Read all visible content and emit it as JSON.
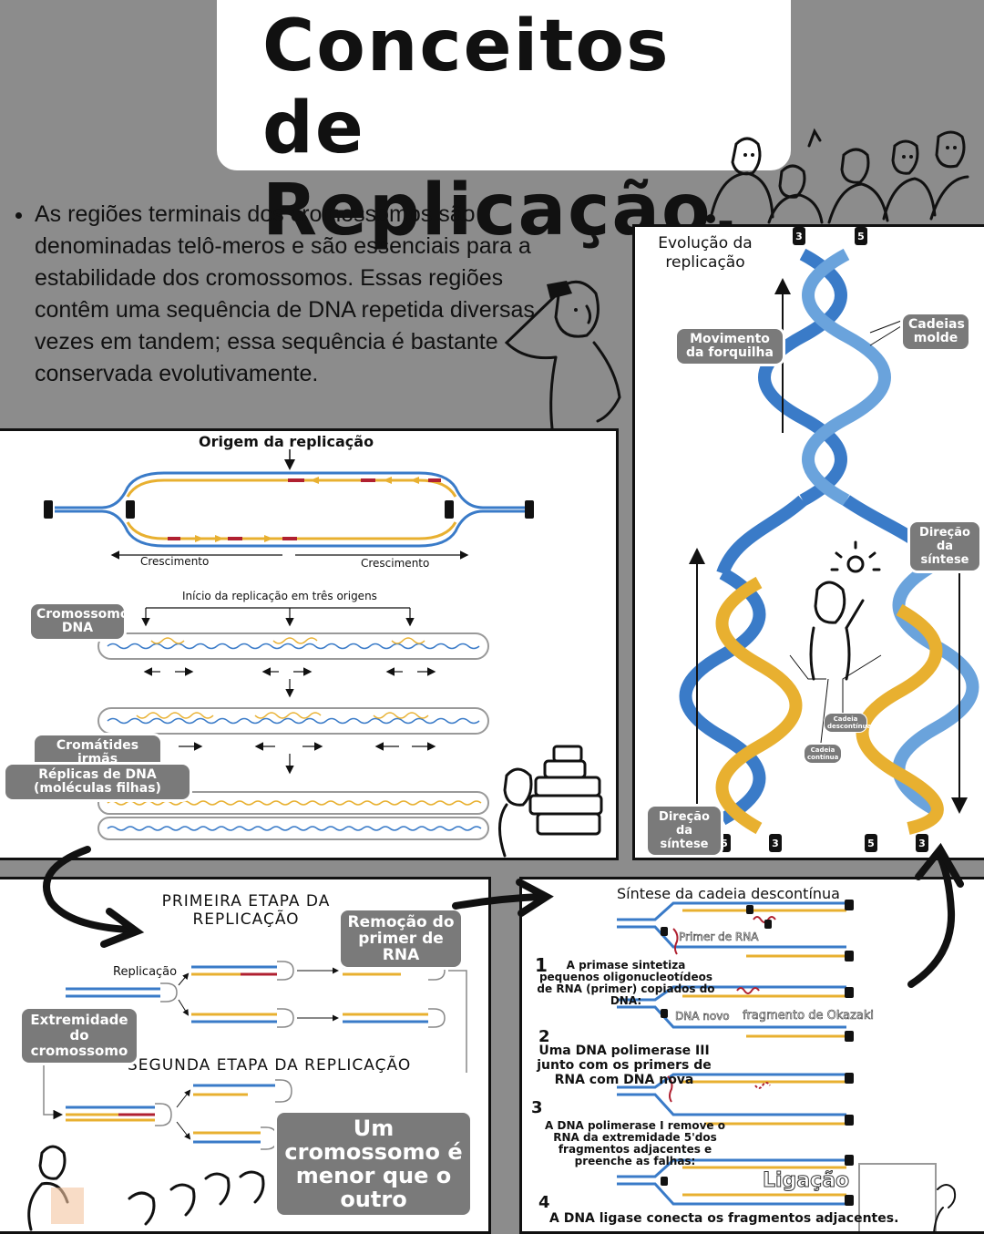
{
  "title": "Conceitos de\nReplicação.",
  "intro": "As regiões terminais dos cromossomos são denominadas telô-meros e são essenciais para a estabilidade dos cromossomos. Essas regiões contêm uma sequência de DNA repetida diversas vezes em tandem; essa sequência é bastante conservada evolutivamente.",
  "origin_panel": {
    "heading": "Origem da replicação",
    "growth_left": "Crescimento",
    "growth_right": "Crescimento",
    "three_origins": "Início da replicação em três origens",
    "tag_chromosome": "Cromossomo DNA",
    "tag_sisters": "Cromátides irmãs",
    "tag_replicas": "Réplicas de DNA (moléculas filhas)"
  },
  "evolution_panel": {
    "heading": "Evolução da replicação",
    "tag_fork": "Movimento da forquilha",
    "tag_templates": "Cadeias molde",
    "tag_dir_right": "Direção da síntese",
    "tag_dir_left": "Direção da síntese",
    "lagging": "Cadeia descontínua",
    "leading": "Cadeia contínua",
    "ends": {
      "top_left": "3",
      "top_right": "5",
      "b1": "5",
      "b2": "3",
      "b3": "5",
      "b4": "3"
    }
  },
  "stages_panel": {
    "first": "PRIMEIRA ETAPA DA REPLICAÇÃO",
    "second": "SEGUNDA ETAPA DA REPLICAÇÃO",
    "replication": "Replicação",
    "tag_primer": "Remoção do primer de RNA",
    "tag_end": "Extremidade do cromossomo",
    "tag_shorter": "Um cromossomo é menor que o outro"
  },
  "synthesis_panel": {
    "heading": "Síntese da cadeia descontínua",
    "primer_label": "Primer de RNA",
    "step1_num": "1",
    "step1": "A primase sintetiza pequenos oligonucleotídeos de RNA (primer) copiados do DNA:",
    "new_dna": "DNA novo",
    "okazaki": "fragmento de Okazaki",
    "step2_num": "2",
    "step2": "Uma DNA polimerase III junto com os primers de RNA com DNA nova",
    "step3_num": "3",
    "step3": "A DNA polimerase I remove o RNA da extremidade 5'dos fragmentos adjacentes e preenche as falhas:",
    "ligation": "Ligação",
    "step4_num": "4",
    "step4": "A DNA ligase conecta os fragmentos adjacentes."
  },
  "colors": {
    "blue": "#3a7bc8",
    "gold": "#e8b030",
    "red": "#b02030",
    "gray": "#7a7a7a"
  }
}
